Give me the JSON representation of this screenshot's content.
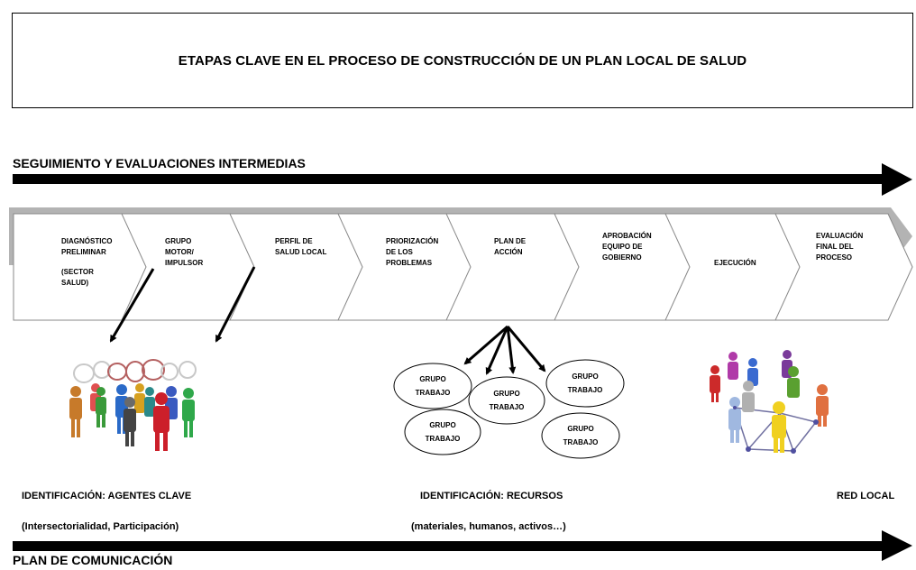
{
  "title": "ETAPAS CLAVE EN EL PROCESO DE CONSTRUCCIÓN DE UN PLAN LOCAL DE SALUD",
  "top_arrow_label": "SEGUIMIENTO Y EVALUACIONES INTERMEDIAS",
  "bottom_arrow_label": "PLAN DE COMUNICACIÓN",
  "stages": [
    {
      "line1": "DIAGNÓSTICO",
      "line2": "PRELIMINAR",
      "line3": "(SECTOR",
      "line4": "SALUD)"
    },
    {
      "line1": "GRUPO",
      "line2": "MOTOR/",
      "line3": "IMPULSOR"
    },
    {
      "line1": "PERFIL DE",
      "line2": "SALUD LOCAL"
    },
    {
      "line1": "PRIORIZACIÓN",
      "line2": "DE LOS",
      "line3": "PROBLEMAS"
    },
    {
      "line1": "PLAN DE",
      "line2": "ACCIÓN"
    },
    {
      "line1": "APROBACIÓN",
      "line2": "EQUIPO DE",
      "line3": "GOBIERNO"
    },
    {
      "line1": "EJECUCIÓN"
    },
    {
      "line1": "EVALUACIÓN",
      "line2": "FINAL DEL",
      "line3": "PROCESO"
    }
  ],
  "work_groups": [
    {
      "line1": "GRUPO",
      "line2": "TRABAJO"
    },
    {
      "line1": "GRUPO",
      "line2": "TRABAJO"
    },
    {
      "line1": "GRUPO",
      "line2": "TRABAJO"
    },
    {
      "line1": "GRUPO",
      "line2": "TRABAJO"
    },
    {
      "line1": "GRUPO",
      "line2": "TRABAJO"
    }
  ],
  "captions": {
    "agents_title": "IDENTIFICACIÓN: AGENTES CLAVE",
    "agents_sub": "(Intersectorialidad, Participación)",
    "resources_title": "IDENTIFICACIÓN: RECURSOS",
    "resources_sub": "(materiales, humanos, activos…)",
    "network_title": "RED LOCAL"
  },
  "colors": {
    "arrow": "#000000",
    "chevron_shadow": "#b3b3b3",
    "chevron_fill": "#ffffff"
  }
}
